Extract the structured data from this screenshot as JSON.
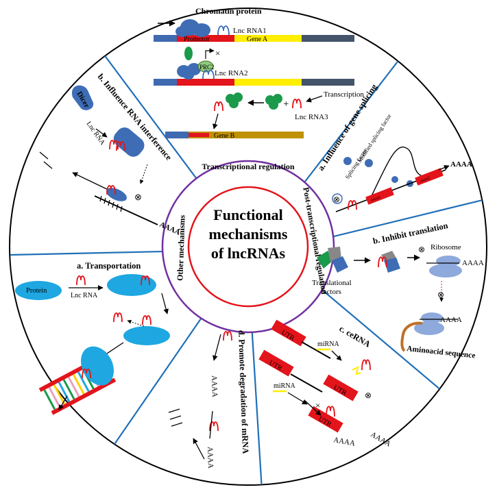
{
  "center": {
    "title_lines": [
      "Functional",
      "mechanisms",
      "of lncRNAs"
    ]
  },
  "ring": {
    "transcriptional": "Transcriptional regulation",
    "post_transcriptional": "Post-transcriptional regulation",
    "other": "Other mechanisms"
  },
  "transcriptional_panel": {
    "chromatin_protein": "Chromatin protein",
    "lnc_rna1": "Lnc RNA1",
    "promoter": "Promotor",
    "gene_a": "Gene A",
    "prc2": "PRC2",
    "lnc_rna2": "Lnc RNA2",
    "transcription": "Transcription",
    "lnc_rna3": "Lnc RNA3",
    "gene_b": "Gene B",
    "plus": "+",
    "blocked": "×"
  },
  "splicing_panel": {
    "title": "a. Influence of gene splicing",
    "splicing_factor": "Splicing factor",
    "modified_splicing_factor": "Modified splicing factor",
    "tail": "AAAA",
    "exon1": "exon1",
    "exon2": "exon2"
  },
  "translation_panel": {
    "title": "b. Inhibit translation",
    "ribosome": "Ribosome",
    "tail1": "AAAA",
    "tail2": "AAAA",
    "translational_factors_1": "Translational",
    "translational_factors_2": "factors",
    "aminoacid": "Aminoacid sequence"
  },
  "cerna_panel": {
    "title": "c. ceRNA",
    "mirna1": "miRNA",
    "mirna2": "miRNA",
    "utr1": "UTR",
    "utr2": "UTR",
    "utr3": "UTR",
    "utr4": "UTR",
    "tail1": "AAAA",
    "tail2": "AAAA"
  },
  "degradation_panel": {
    "title": "d. Promote degradation of mRNA",
    "tail1": "AAAA",
    "tail2": "AAAA"
  },
  "transport_panel": {
    "title": "a. Transportation",
    "protein": "Protein",
    "lnc_rna": "Lnc RNA"
  },
  "interference_panel": {
    "title": "b. Influence RNA interference",
    "dicer": "Dicer",
    "lnc_rna": "Lnc RNA",
    "tail": "AAAA"
  },
  "colors": {
    "ring_outer": "#000000",
    "inner_ring": "#7030a0",
    "center_circle": "#e3141b",
    "divider": "#1f6fb8",
    "rna": "#e3141b",
    "protein_blue": "#3e6db5",
    "light_blue": "#1ea7e1",
    "green": "#1a9a4b",
    "yellow": "#ffee00",
    "dna_blue": "#3f6ab0",
    "dna_dark": "#44546a",
    "gene_b": "#c09100"
  }
}
